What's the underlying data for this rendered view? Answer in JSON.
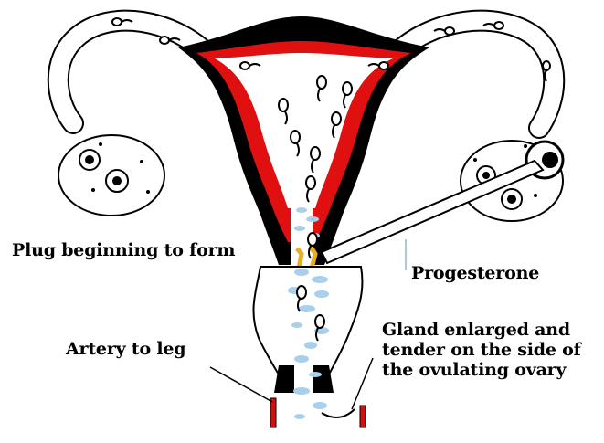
{
  "labels": {
    "plug": "Plug beginning to form",
    "progesterone": "Progesterone",
    "artery": "Artery to leg",
    "gland": [
      "Gland enlarged and",
      "tender on the side of",
      "the ovulating ovary"
    ]
  },
  "colors": {
    "wall": "#000000",
    "lining": "#e01010",
    "cavity": "#ffffff",
    "mucus": "#a8d0ec",
    "plug": "#e8b020",
    "artery": "#d01010",
    "ovary_fill": "#ffffff",
    "cervix_fill": "#ffffff"
  },
  "icons": {
    "sperm": "sperm-icon",
    "ovary": "ovary-icon",
    "follicle": "follicle-icon"
  }
}
